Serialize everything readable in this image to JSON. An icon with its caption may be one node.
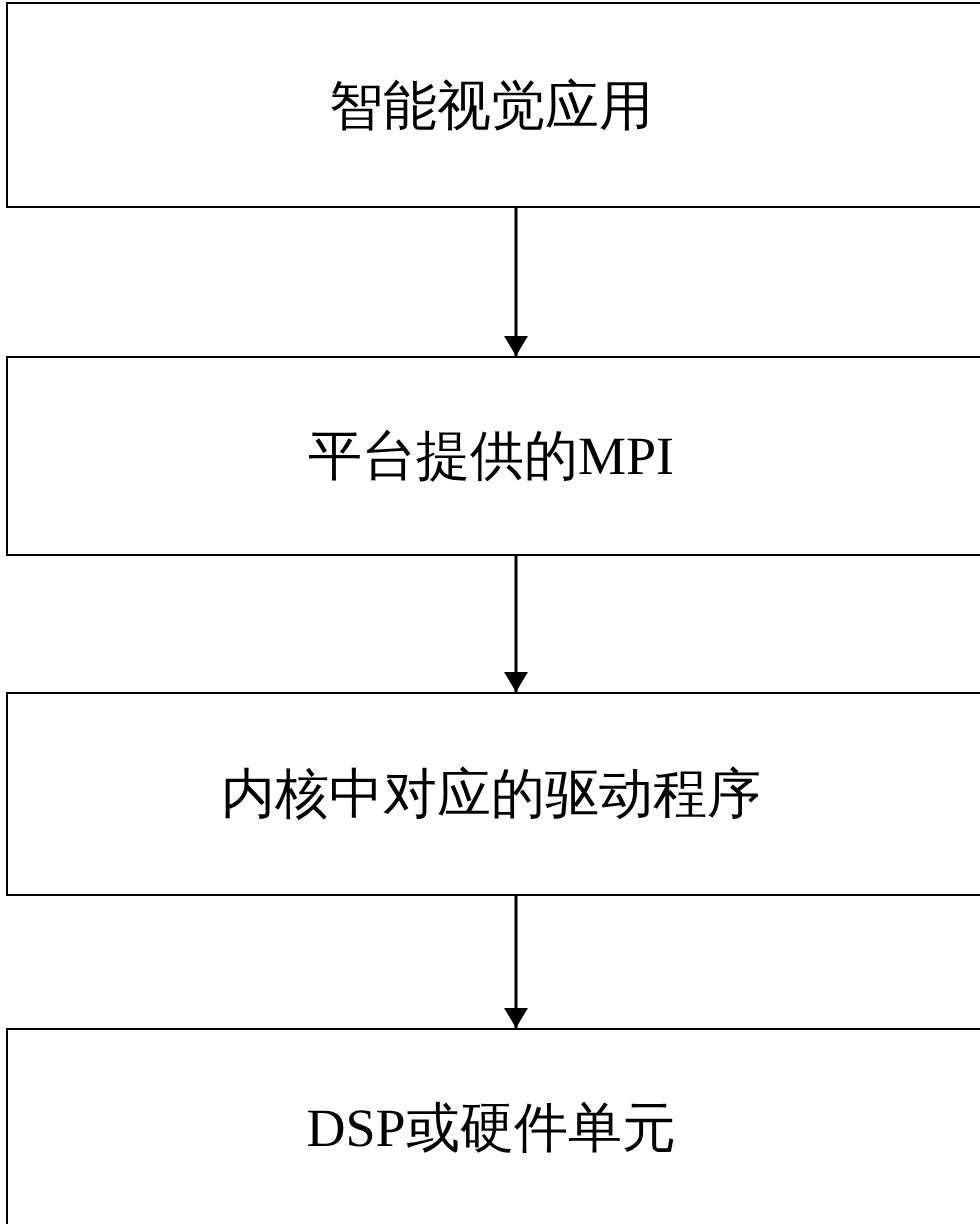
{
  "diagram": {
    "nodes": [
      {
        "text": [
          "智能视觉应用"
        ]
      },
      {
        "text": [
          "平台提供的MPI"
        ]
      },
      {
        "text": [
          "内核中对应的驱动程序"
        ]
      },
      {
        "text": [
          "DSP或硬件单元"
        ]
      }
    ],
    "edges": [
      {
        "from": 0,
        "to": 1,
        "arrow": "to"
      },
      {
        "from": 1,
        "to": 2,
        "arrow": "to"
      },
      {
        "from": 2,
        "to": 3,
        "arrow": "to"
      }
    ]
  }
}
